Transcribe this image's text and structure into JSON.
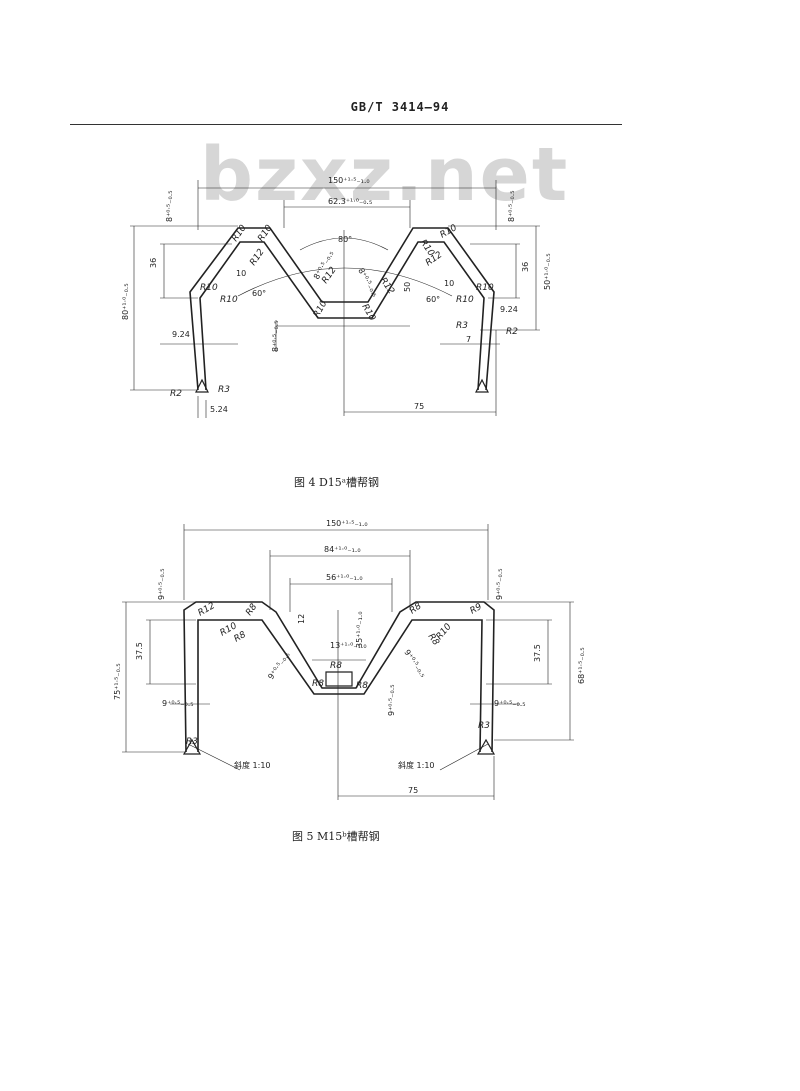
{
  "header": {
    "standard": "GB/T 3414—94"
  },
  "watermark": "bzxz.net",
  "figure4": {
    "caption": "图 4   D15ᵃ槽帮钢",
    "dims": {
      "width_total": "150⁺¹·⁵₋₁.₀",
      "top_span": "62.3⁺¹·⁰₋₀.₅",
      "h_left": "80⁺¹·⁰₋₀.₅",
      "h_right": "50⁺¹·⁰₋₀.₅",
      "d36_left": "36",
      "d36_right": "36",
      "t_top_left": "8⁺⁰·⁵₋₀.₅",
      "t_top_right": "8⁺⁰·⁵₋₀.₅",
      "t_bottom": "8⁺⁰·⁵₋₀.₅",
      "t_web_left": "8⁺⁰·⁵₋₀.₅",
      "t_web_right": "8⁺⁰·⁵₋₀.₅",
      "d924_left": "9.24",
      "d924_right": "9.24",
      "d524": "5.24",
      "d7": "7",
      "d10_left": "10",
      "d10_right": "10",
      "d50_center": "50",
      "half_width": "75",
      "angle_top": "80°",
      "angle_left": "60°",
      "angle_right": "60°"
    },
    "radii": [
      "R10",
      "R10",
      "R12",
      "R10",
      "R10",
      "R12",
      "R12",
      "R10",
      "R10",
      "R10",
      "R10",
      "R10",
      "R10",
      "R12"
    ],
    "corner_labels": {
      "r2_left": "R2",
      "r3_left": "R3",
      "r3_right": "R3",
      "r2_right": "R2"
    }
  },
  "figure5": {
    "caption": "图 5   M15ᵇ槽帮钢",
    "dims": {
      "width_total": "150⁺¹·⁵₋₁.₀",
      "d84": "84⁺¹·⁰₋₁.₀",
      "d56": "56⁺¹·⁰₋₁.₀",
      "d12": "12",
      "d13": "13⁺¹·⁰₋₁.₀",
      "d35": "35⁺¹·⁰₋₁.₀",
      "d375_left": "37.5",
      "d375_right": "37.5",
      "h_left": "75⁺¹·⁵₋₀.₅",
      "h_right": "68⁺¹·⁵₋₀.₅",
      "t_top_left": "9⁺⁰·⁵₋₀.₅",
      "t_top_right": "9⁺⁰·⁵₋₀.₅",
      "t_leg_left": "9⁺⁰·⁵₋₀.₅",
      "t_leg_right": "9⁺⁰·⁵₋₀.₅",
      "t_web_left": "9⁺⁰·⁵₋₀.₅",
      "t_web_right": "9⁺⁰·⁵₋₀.₅",
      "t_bottom": "9⁺⁰·⁵₋₀.₅",
      "half_width": "75",
      "slope_left": "斜度 1:10",
      "slope_right": "斜度 1:10"
    },
    "radii": [
      "R12",
      "R10",
      "R8",
      "R8",
      "R8",
      "R8",
      "R8",
      "R10",
      "R8",
      "R9",
      "R8",
      "R3",
      "R3"
    ]
  }
}
